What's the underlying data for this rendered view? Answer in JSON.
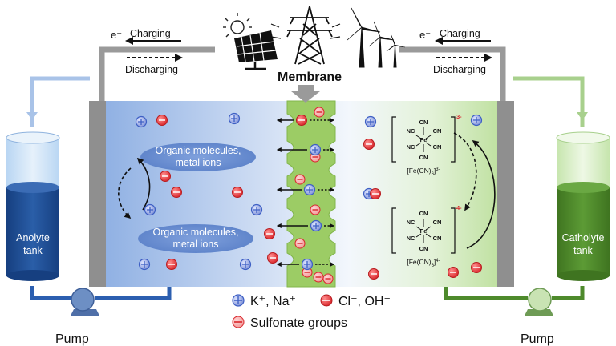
{
  "diagram": {
    "top": {
      "left_electron": "e⁻",
      "left_charging": "Charging",
      "left_discharging": "Discharging",
      "right_electron": "e⁻",
      "right_charging": "Charging",
      "right_discharging": "Discharging",
      "membrane": "Membrane",
      "energy_sources": [
        "sun-icon",
        "solar-panel-icon",
        "power-tower-icon",
        "wind-turbine-icon"
      ]
    },
    "left": {
      "tank_label": "Anolyte\ntank",
      "pump_label": "Pump",
      "ellipse_1": "Organic molecules,\nmetal ions",
      "ellipse_2": "Organic molecules,\nmetal ions",
      "tank_color": "#1e4f96"
    },
    "right": {
      "tank_label": "Catholyte\ntank",
      "pump_label": "Pump",
      "complex_top_label": "[Fe(CN)6]3-",
      "complex_top_charge": "3-",
      "complex_bottom_label": "[Fe(CN)6]4-",
      "complex_bottom_charge": "4-",
      "ligand": "CN",
      "ligand_left": "NC",
      "center_atom": "Fe",
      "tank_color": "#4e8a2c"
    },
    "legend": {
      "cation": "K⁺, Na⁺",
      "anion": "Cl⁻, OH⁻",
      "sulfonate": "Sulfonate groups"
    },
    "colors": {
      "cation": "#3d5fc4",
      "anion": "#d9262b",
      "membrane": "#9ccc65",
      "left_pipe": "#a9c3e8",
      "right_pipe": "#a8d08d",
      "wire": "#9a9a9a"
    }
  }
}
